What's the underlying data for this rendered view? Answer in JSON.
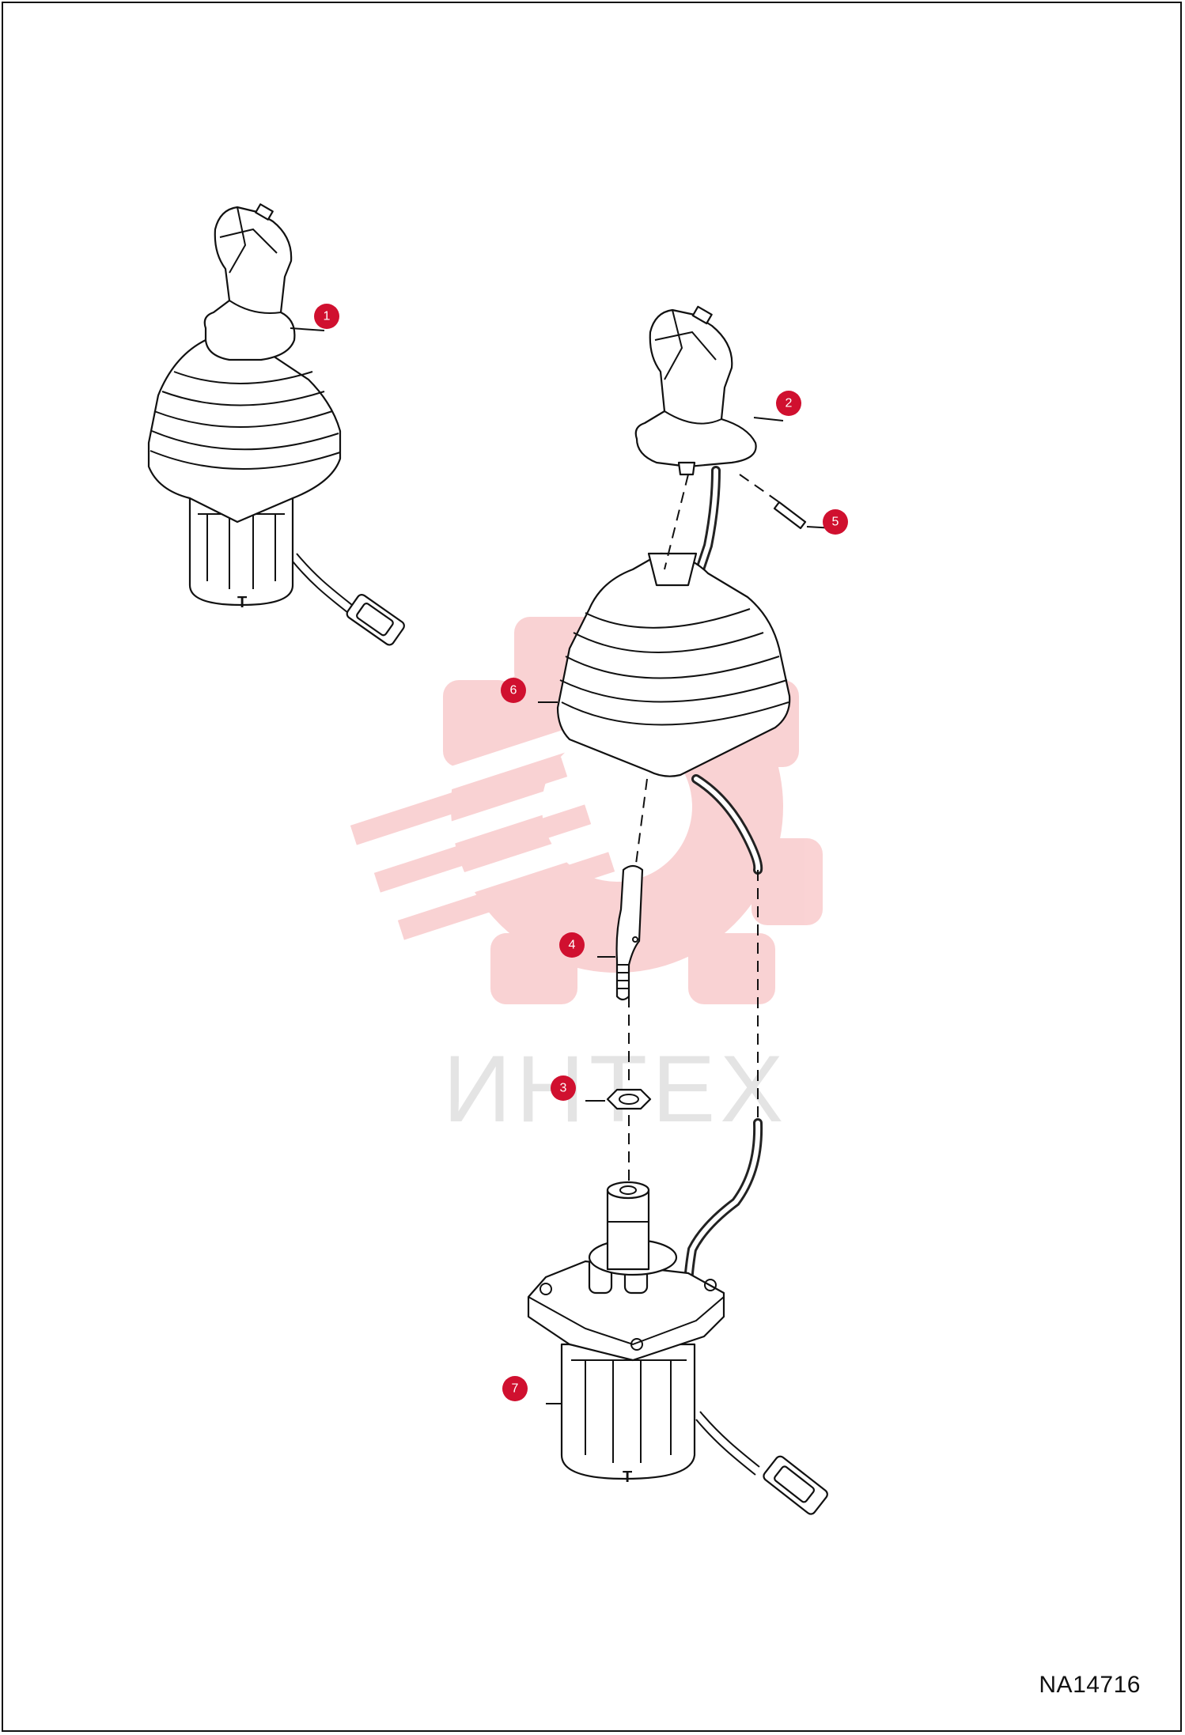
{
  "drawing": {
    "code": "NA14716",
    "accent_color": "#d0102f"
  },
  "watermark": {
    "text": "ИНТЕХ",
    "color": "#e8363c"
  },
  "callouts": [
    {
      "id": "1",
      "label": "1"
    },
    {
      "id": "2",
      "label": "2"
    },
    {
      "id": "3",
      "label": "3"
    },
    {
      "id": "4",
      "label": "4"
    },
    {
      "id": "5",
      "label": "5"
    },
    {
      "id": "6",
      "label": "6"
    },
    {
      "id": "7",
      "label": "7"
    }
  ],
  "parts": [
    {
      "id": "1",
      "name": "joystick-assembly"
    },
    {
      "id": "2",
      "name": "handle"
    },
    {
      "id": "3",
      "name": "nut"
    },
    {
      "id": "4",
      "name": "shaft"
    },
    {
      "id": "5",
      "name": "pin"
    },
    {
      "id": "6",
      "name": "boot"
    },
    {
      "id": "7",
      "name": "base-valve"
    }
  ]
}
